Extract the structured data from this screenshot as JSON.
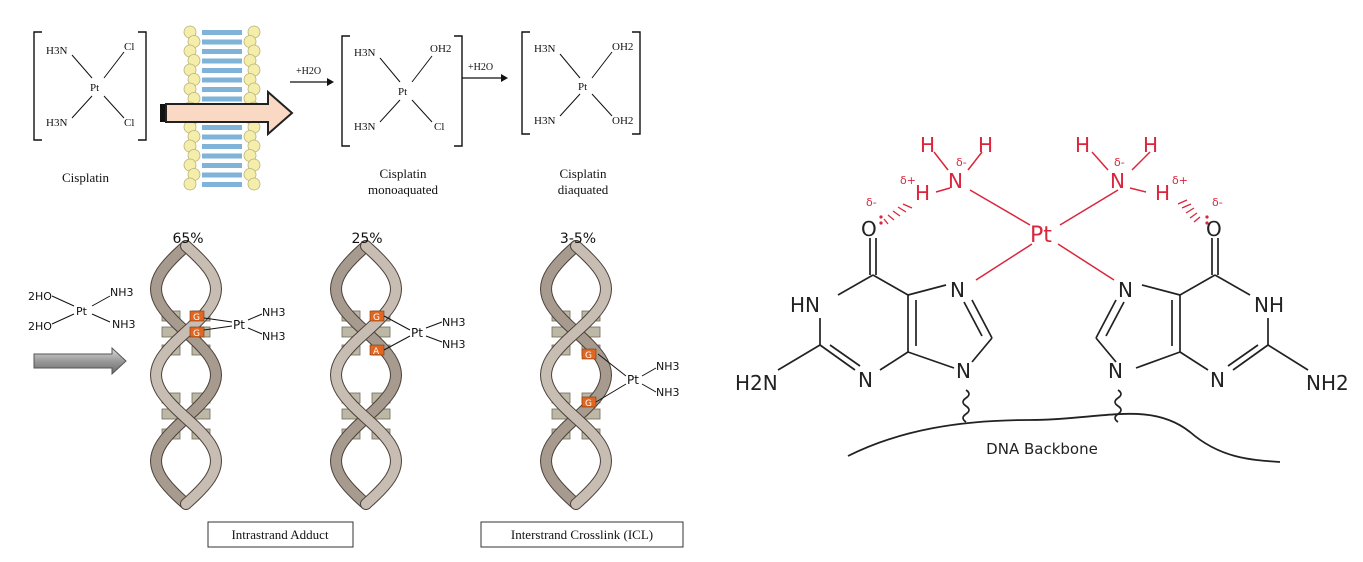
{
  "left_panel": {
    "cisplatin": {
      "ligand_h3n_top": "H3N",
      "ligand_h3n_bottom": "H3N",
      "ligand_cl_top": "Cl",
      "ligand_cl_bottom": "Cl",
      "metal": "Pt",
      "caption": "Cisplatin"
    },
    "hydration_step_1": "+H2O",
    "hydration_step_2": "+H2O",
    "monoaquated": {
      "ligand_h3n_top": "H3N",
      "ligand_h3n_bottom": "H3N",
      "ligand_oh2_top": "OH2",
      "ligand_cl_bottom": "Cl",
      "metal": "Pt",
      "caption_line1": "Cisplatin",
      "caption_line2": "monoaquated"
    },
    "diaquated": {
      "ligand_h3n_top": "H3N",
      "ligand_h3n_bottom": "H3N",
      "ligand_oh2_top": "OH2",
      "ligand_oh2_bottom": "OH2",
      "metal": "Pt",
      "caption_line1": "Cisplatin",
      "caption_line2": "diaquated"
    },
    "aquated_complex": {
      "ligand_ho_top": "2HO",
      "ligand_ho_bottom": "2HO",
      "ligand_nh3_top": "NH3",
      "ligand_nh3_bottom": "NH3",
      "metal": "Pt"
    },
    "helix_1": {
      "percent": "65%",
      "base_top": "G",
      "base_bottom": "G",
      "metal": "Pt",
      "nh3_top": "NH3",
      "nh3_bottom": "NH3"
    },
    "helix_2": {
      "percent": "25%",
      "base_top": "G",
      "base_bottom": "A",
      "metal": "Pt",
      "nh3_top": "NH3",
      "nh3_bottom": "NH3"
    },
    "helix_3": {
      "percent": "3-5%",
      "base_top": "G",
      "base_bottom": "G",
      "metal": "Pt",
      "nh3_top": "NH3",
      "nh3_bottom": "NH3"
    },
    "label_intrastrand": "Intrastrand Adduct",
    "label_interstrand": "Interstrand Crosslink (ICL)"
  },
  "right_panel": {
    "metal": "Pt",
    "left_amine": {
      "h_left": "H",
      "h_right": "H",
      "n": "N",
      "h_lower": "H",
      "delta_n": "δ-",
      "delta_h": "δ+"
    },
    "right_amine": {
      "h_left": "H",
      "h_right": "H",
      "n": "N",
      "h_lower": "H",
      "delta_n": "δ-",
      "delta_h": "δ+"
    },
    "left_oxygen": {
      "symbol": "O",
      "delta": "δ-"
    },
    "right_oxygen": {
      "symbol": "O",
      "delta": "δ-"
    },
    "left_guanine": {
      "nh": "HN",
      "n3": "N",
      "n7": "N",
      "n9": "N",
      "amino": "H2N"
    },
    "right_guanine": {
      "nh": "NH",
      "n3": "N",
      "n7": "N",
      "n9": "N",
      "amino": "NH2"
    },
    "backbone_label": "DNA Backbone"
  },
  "colors": {
    "platinum_red": "#d9263c",
    "guanine_orange": "#e2661f",
    "strand_brown": "#a79b8f",
    "rung_gray": "#bdb8a6",
    "arrow_fill": "#f9d9c4",
    "lipid_head": "#f4eeaa",
    "lipid_tail": "#7fb3d8"
  }
}
